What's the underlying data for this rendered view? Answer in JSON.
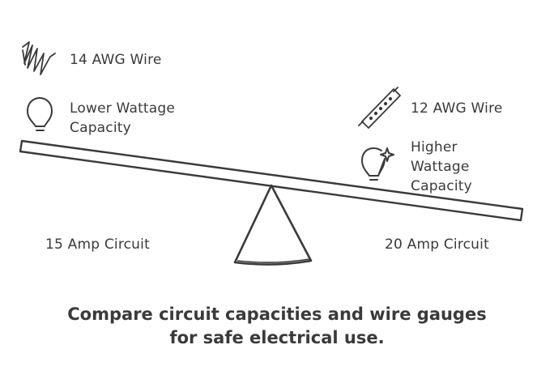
{
  "left": {
    "wire_label": "14 AWG Wire",
    "capacity_line1": "Lower Wattage",
    "capacity_line2": "Capacity",
    "circuit_label": "15 Amp Circuit"
  },
  "right": {
    "wire_label": "12 AWG Wire",
    "capacity_line1": "Higher",
    "capacity_line2": "Wattage",
    "capacity_line3": "Capacity",
    "circuit_label": "20 Amp Circuit"
  },
  "footer": {
    "line1": "Compare circuit capacities and wire gauges",
    "line2": "for safe electrical use."
  },
  "icons": {
    "coil_wire": "coiled-wire-icon",
    "bulb": "light-bulb-icon",
    "straight_wire": "straight-wire-icon",
    "bright_bulb": "bright-bulb-icon"
  },
  "colors": {
    "stroke": "#3a3a3a",
    "background": "#ffffff"
  }
}
